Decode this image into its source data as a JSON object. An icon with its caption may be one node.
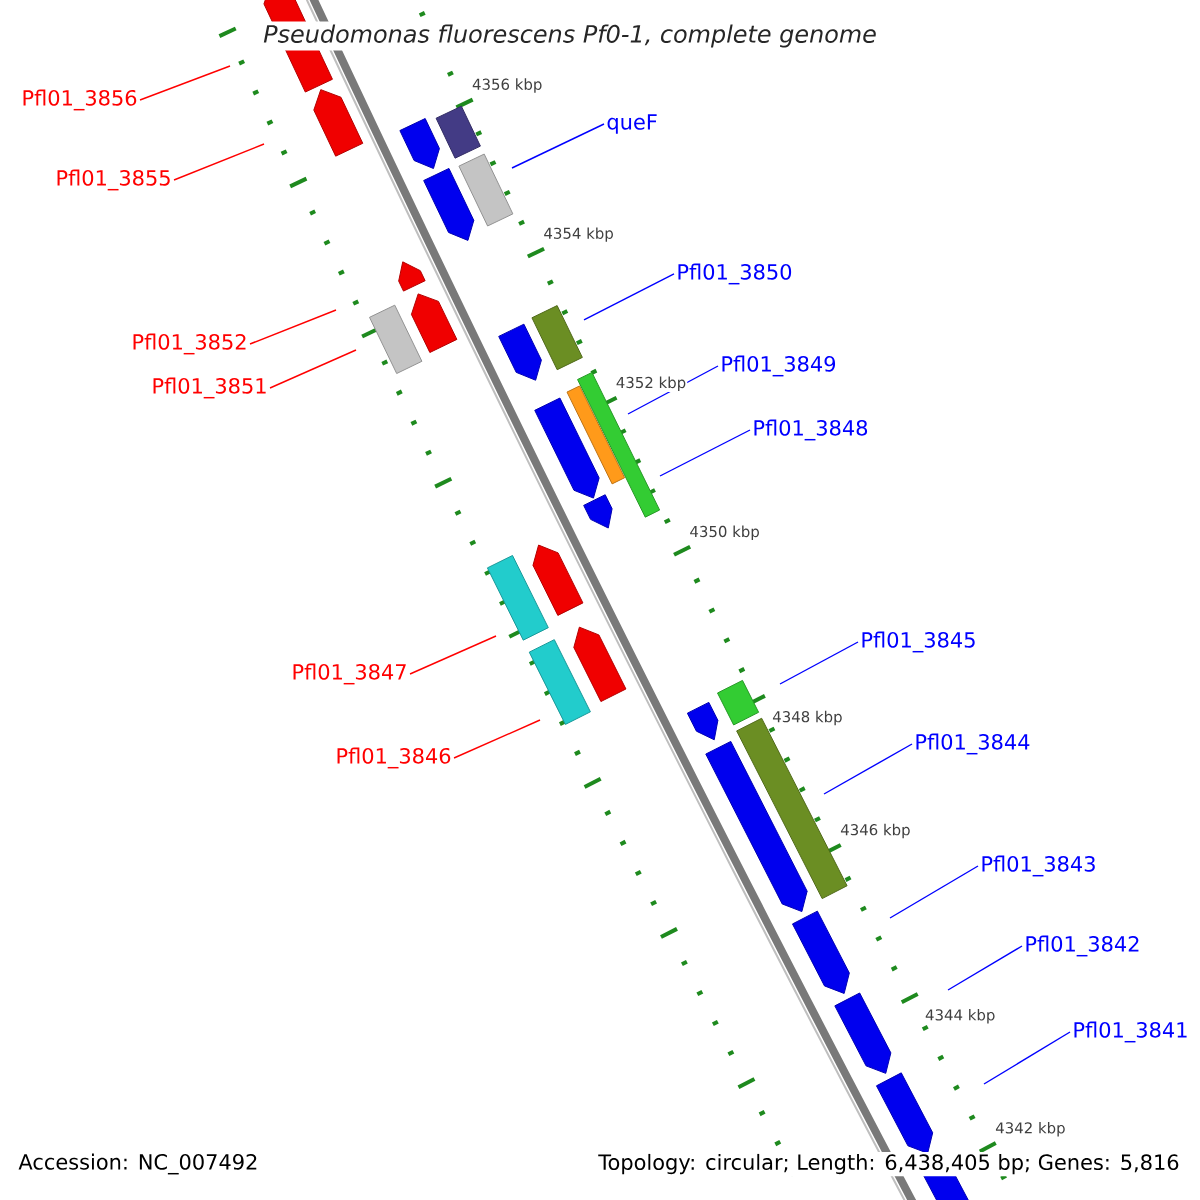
{
  "diagram": {
    "title": "Pseudomonas fluorescens Pf0-1, complete genome",
    "nodes": [
      {
        "text": [
          "Pfl01_3856"
        ]
      },
      {
        "text": [
          "queF"
        ]
      },
      {
        "text": [
          "Pfl01_3855"
        ]
      },
      {
        "text": [
          "Pfl01_3850"
        ]
      },
      {
        "text": [
          "Pfl01_3852"
        ]
      },
      {
        "text": [
          "Pfl01_3849"
        ]
      },
      {
        "text": [
          "Pfl01_3851"
        ]
      },
      {
        "text": [
          "Pfl01_3848"
        ]
      },
      {
        "text": [
          "Pfl01_3845"
        ]
      },
      {
        "text": [
          "Pfl01_3847"
        ]
      },
      {
        "text": [
          "Pfl01_3844"
        ]
      },
      {
        "text": [
          "Pfl01_3846"
        ]
      },
      {
        "text": [
          "Pfl01_3843"
        ]
      },
      {
        "text": [
          "Pfl01_3842"
        ]
      },
      {
        "text": [
          "Pfl01_3841"
        ]
      }
    ],
    "edges": [
      {
        "from": 0,
        "to": null,
        "arrow": "none",
        "color": "#ff0000"
      },
      {
        "from": 1,
        "to": null,
        "arrow": "none"
      },
      {
        "from": 2,
        "to": null,
        "arrow": "none",
        "color": "#ff0000"
      },
      {
        "from": 3,
        "to": null,
        "arrow": "none"
      },
      {
        "from": 4,
        "to": null,
        "arrow": "none",
        "color": "#ff0000"
      },
      {
        "from": 5,
        "to": null,
        "arrow": "none"
      },
      {
        "from": 6,
        "to": null,
        "arrow": "none",
        "color": "#ff0000"
      },
      {
        "from": 7,
        "to": null,
        "arrow": "none"
      },
      {
        "from": 8,
        "to": null,
        "arrow": "none"
      },
      {
        "from": 9,
        "to": null,
        "arrow": "none",
        "color": "#ff0000"
      },
      {
        "from": 10,
        "to": null,
        "arrow": "none"
      },
      {
        "from": 11,
        "to": null,
        "arrow": "none",
        "color": "#ff0000"
      },
      {
        "from": 12,
        "to": null,
        "arrow": "none"
      },
      {
        "from": 13,
        "to": null,
        "arrow": "none"
      },
      {
        "from": 14,
        "to": null,
        "arrow": "none"
      }
    ],
    "labels": [
      "4356 kbp",
      "4354 kbp",
      "4352 kbp",
      "4350 kbp",
      "4348 kbp",
      "4346 kbp",
      "4344 kbp",
      "4342 kbp",
      "Accession: NC_007492",
      "Topology: circular; Length: 6,438,405 bp; Genes: 5,816"
    ]
  }
}
